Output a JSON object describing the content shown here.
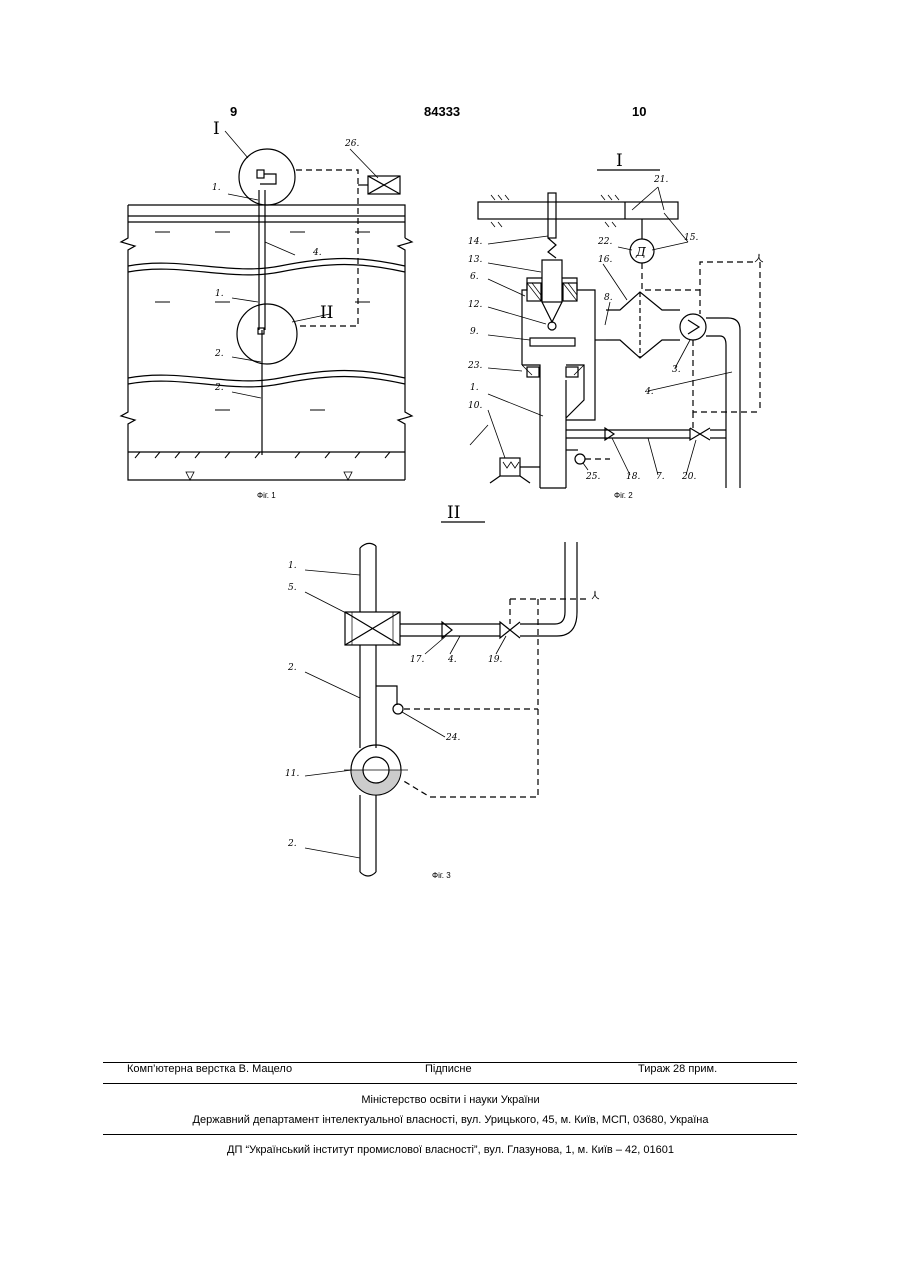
{
  "header": {
    "left_page": "9",
    "patent_number": "84333",
    "right_page": "10"
  },
  "figures": {
    "fig1": {
      "caption": "Фіг. 1",
      "roman_labels": [
        "I",
        "II"
      ],
      "labels": [
        "1.",
        "26.",
        "4.",
        "1.",
        "2.",
        "2."
      ]
    },
    "fig2": {
      "caption": "Фіг. 2",
      "title": "I",
      "labels": [
        "21.",
        "22.",
        "15.",
        "14.",
        "13.",
        "16.",
        "6.",
        "8.",
        "12.",
        "9.",
        "23.",
        "3.",
        "1.",
        "4.",
        "10.",
        "25.",
        "18.",
        "7.",
        "20."
      ],
      "motor_letter": "Д"
    },
    "fig3": {
      "caption": "Фіг. 3",
      "title": "II",
      "labels": [
        "1.",
        "5.",
        "17.",
        "4.",
        "19.",
        "2.",
        "24.",
        "11.",
        "2."
      ]
    }
  },
  "footer": {
    "layout": "Комп’ютерна верстка В. Мацело",
    "signed": "Підписне",
    "circulation": "Тираж 28 прим.",
    "ministry": "Міністерство освіти і науки України",
    "department": "Державний департамент інтелектуальної власності, вул. Урицького, 45, м. Київ, МСП, 03680, Україна",
    "institute": "ДП “Український інститут промислової власності”, вул. Глазунова, 1, м. Київ – 42, 01601"
  }
}
